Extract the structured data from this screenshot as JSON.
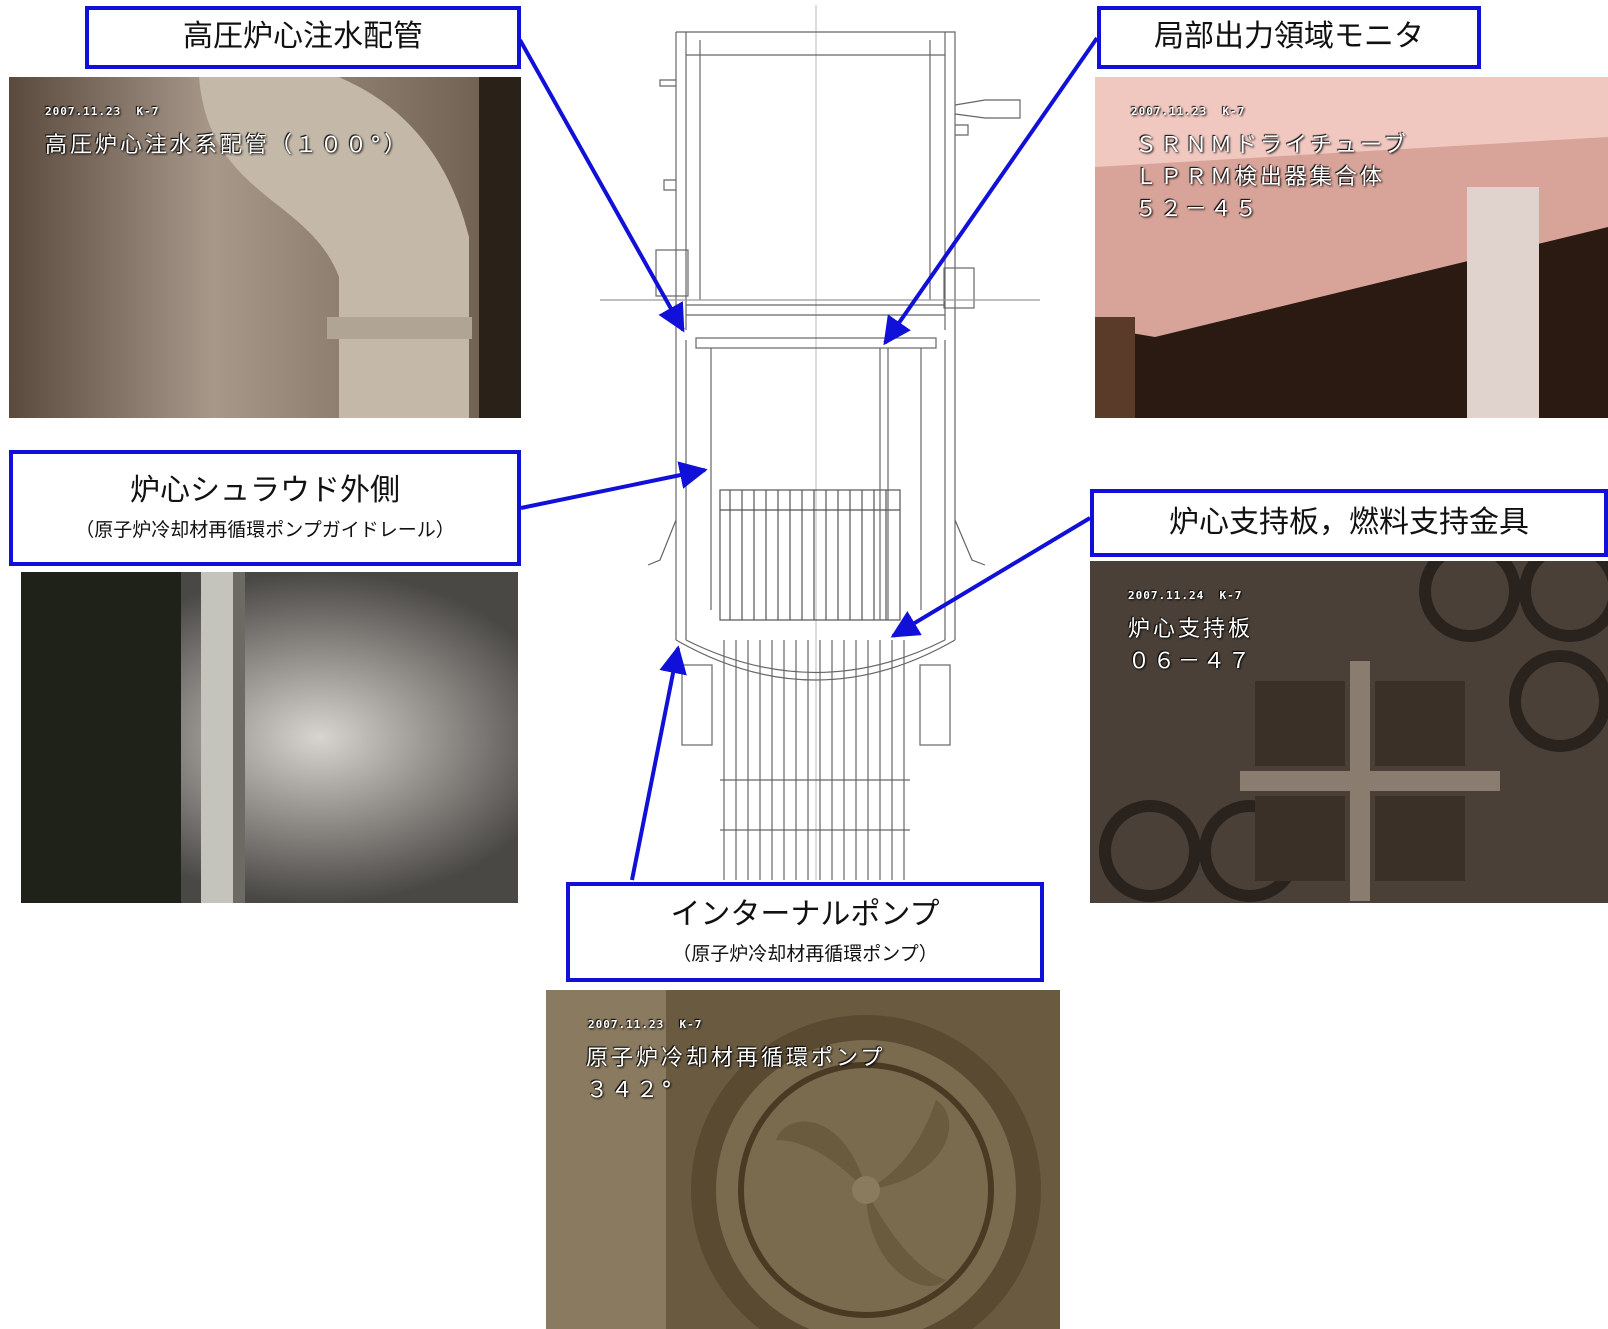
{
  "callouts": {
    "hpcf": {
      "title": "高圧炉心注水配管",
      "sub": ""
    },
    "lprm": {
      "title": "局部出力領域モニタ",
      "sub": ""
    },
    "shroud": {
      "title": "炉心シュラウド外側",
      "sub": "（原子炉冷却材再循環ポンプガイドレール）"
    },
    "support": {
      "title": "炉心支持板，燃料支持金具",
      "sub": ""
    },
    "pump": {
      "title": "インターナルポンプ",
      "sub": "（原子炉冷却材再循環ポンプ）"
    }
  },
  "photos": {
    "hpcf": {
      "date": "2007.11.23  K-7",
      "lines": [
        "高圧炉心注水系配管（１００°）"
      ]
    },
    "lprm": {
      "date": "2007.11.23  K-7",
      "lines": [
        "ＳＲＮＭドライチューブ",
        "ＬＰＲＭ検出器集合体",
        "５２－４５"
      ]
    },
    "shroud": {
      "date": "",
      "lines": []
    },
    "support": {
      "date": "2007.11.24  K-7",
      "lines": [
        "炉心支持板",
        "０６－４７"
      ]
    },
    "pump": {
      "date": "2007.11.23  K-7",
      "lines": [
        "原子炉冷却材再循環ポンプ",
        "３４２°"
      ]
    }
  },
  "colors": {
    "callout_border": "#1010d8",
    "arrow": "#1010d8",
    "drawing_line": "#555555"
  },
  "icons": {
    "reactor_drawing": "reactor-pressure-vessel-cross-section"
  }
}
